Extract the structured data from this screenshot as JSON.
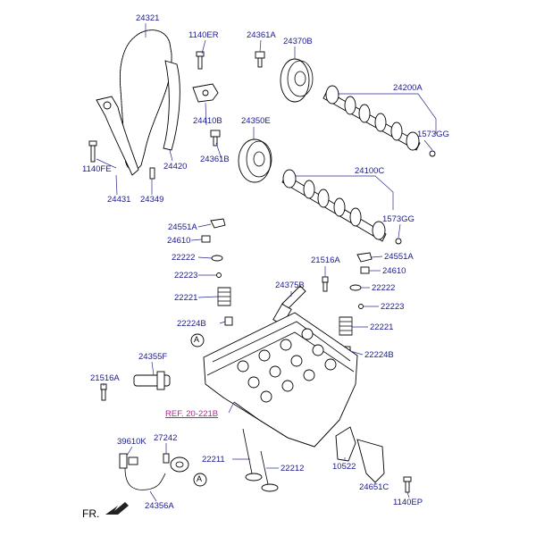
{
  "labels": {
    "l24321": "24321",
    "l1140ER": "1140ER",
    "l24361A": "24361A",
    "l24370B": "24370B",
    "l24200A": "24200A",
    "l24410B": "24410B",
    "l24350E": "24350E",
    "l1573GG_a": "1573GG",
    "l24361B": "24361B",
    "l1140FE": "1140FE",
    "l24420": "24420",
    "l24100C": "24100C",
    "l24431": "24431",
    "l24349": "24349",
    "l1573GG_b": "1573GG",
    "l24551A_l": "24551A",
    "l24610_l": "24610",
    "l22222_l": "22222",
    "l22223_l": "22223",
    "l22221_l": "22221",
    "l22224B_l": "22224B",
    "l21516A_t": "21516A",
    "l24375B": "24375B",
    "l24551A_r": "24551A",
    "l24610_r": "24610",
    "l22222_r": "22222",
    "l22223_r": "22223",
    "l22221_r": "22221",
    "l22224B_r": "22224B",
    "l24355F": "24355F",
    "l21516A_l": "21516A",
    "ref": "REF. 20-221B",
    "l39610K": "39610K",
    "l27242": "27242",
    "l22211": "22211",
    "l22212": "22212",
    "l10522": "10522",
    "l24651C": "24651C",
    "l24356A": "24356A",
    "l1140EP": "1140EP",
    "markerA": "A",
    "markerA2": "A",
    "fr": "FR."
  }
}
